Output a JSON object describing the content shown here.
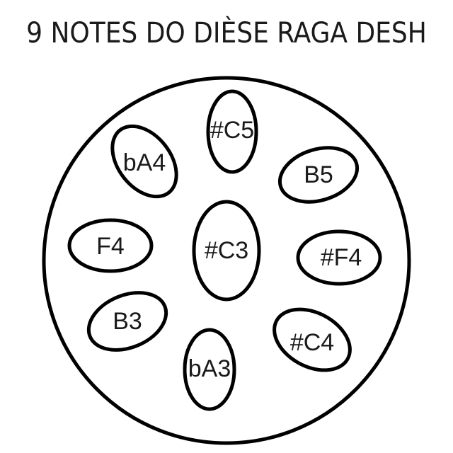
{
  "title": "9 NOTES DO DIÈSE RAGA DESH",
  "colors": {
    "stroke": "#000000",
    "text": "#1a1a1a",
    "background": "#ffffff"
  },
  "notes": [
    {
      "id": "center",
      "label": "#C3"
    },
    {
      "id": "top",
      "label": "#C5"
    },
    {
      "id": "top-right",
      "label": "B5"
    },
    {
      "id": "right",
      "label": "#F4"
    },
    {
      "id": "bottom-right",
      "label": "#C4"
    },
    {
      "id": "bottom",
      "label": "bA3"
    },
    {
      "id": "bottom-left",
      "label": "B3"
    },
    {
      "id": "left",
      "label": "F4"
    },
    {
      "id": "top-left",
      "label": "bA4"
    }
  ]
}
